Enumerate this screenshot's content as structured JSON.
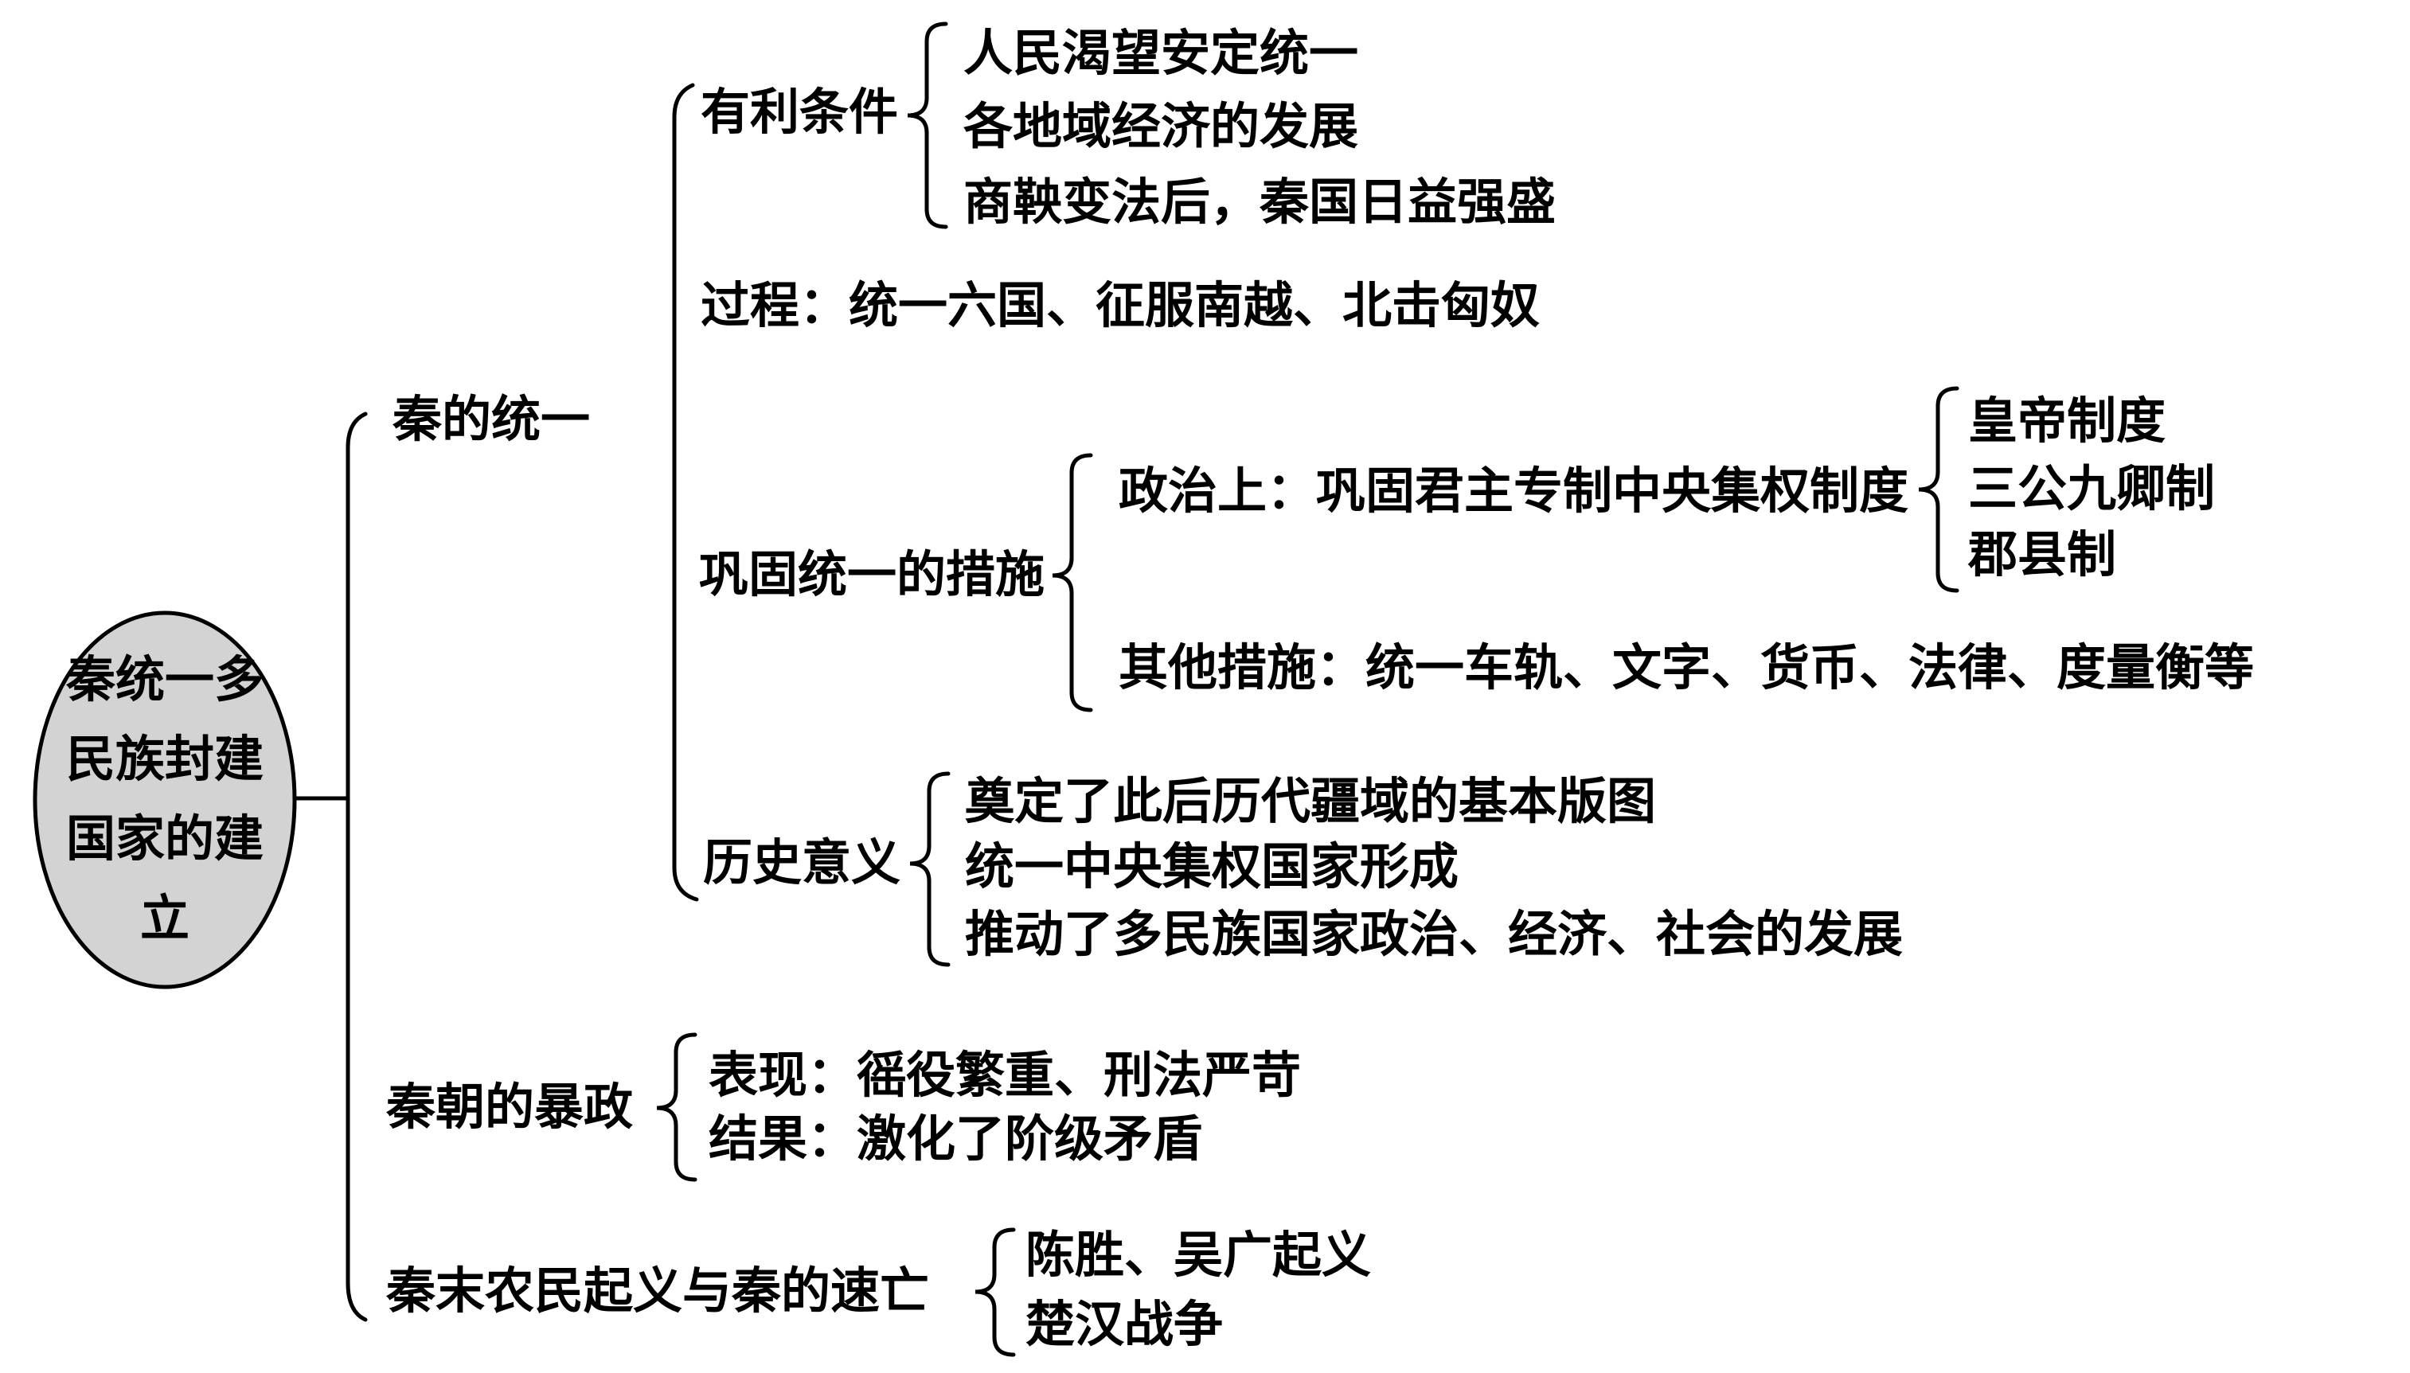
{
  "diagram": {
    "colors": {
      "ellipse_fill": "#d3d3d3",
      "line": "#000000",
      "background": "#ffffff",
      "text": "#000000"
    },
    "root": {
      "label": "秦统一多民族封建国家的建立",
      "lines": [
        "秦统一多",
        "民族封建",
        "国家的建",
        "立"
      ]
    },
    "branch1": {
      "label": "秦的统一",
      "favorable": {
        "label": "有利条件",
        "items": [
          "人民渴望安定统一",
          "各地域经济的发展",
          "商鞅变法后，秦国日益强盛"
        ]
      },
      "process": "过程：统一六国、征服南越、北击匈奴",
      "consolidation": {
        "label": "巩固统一的措施",
        "political": "政治上：巩固君主专制中央集权制度",
        "political_items": [
          "皇帝制度",
          "三公九卿制",
          "郡县制"
        ],
        "other": "其他措施：统一车轨、文字、货币、法律、度量衡等"
      },
      "significance": {
        "label": "历史意义",
        "items": [
          "奠定了此后历代疆域的基本版图",
          "统一中央集权国家形成",
          "推动了多民族国家政治、经济、社会的发展"
        ]
      }
    },
    "branch2": {
      "label": "秦朝的暴政",
      "items": [
        "表现：徭役繁重、刑法严苛",
        "结果：激化了阶级矛盾"
      ]
    },
    "branch3": {
      "label": "秦末农民起义与秦的速亡",
      "items": [
        "陈胜、吴广起义",
        "楚汉战争"
      ]
    }
  }
}
